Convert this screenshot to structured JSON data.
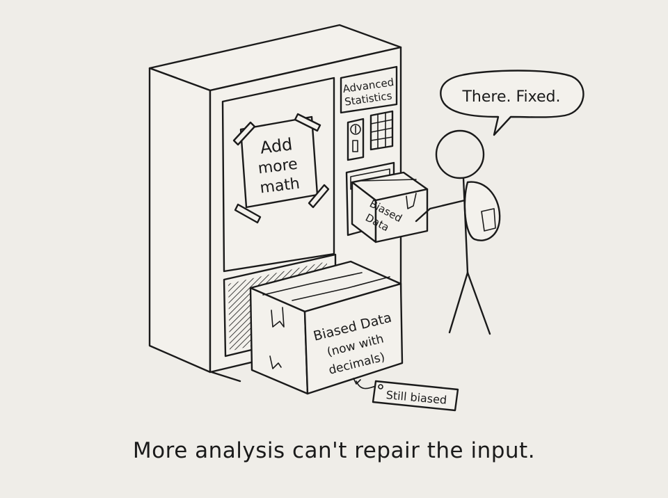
{
  "comic": {
    "speech_bubble": "There. Fixed.",
    "machine_label_line1": "Advanced",
    "machine_label_line2": "Statistics",
    "sign_line1": "Add",
    "sign_line2": "more",
    "sign_line3": "math",
    "input_box_line1": "Biased",
    "input_box_line2": "Data",
    "output_box_line1": "Biased Data",
    "output_box_line2": "(now with",
    "output_box_line3": "decimals)",
    "tag_label": "Still biased",
    "caption": "More analysis can't repair the input."
  }
}
